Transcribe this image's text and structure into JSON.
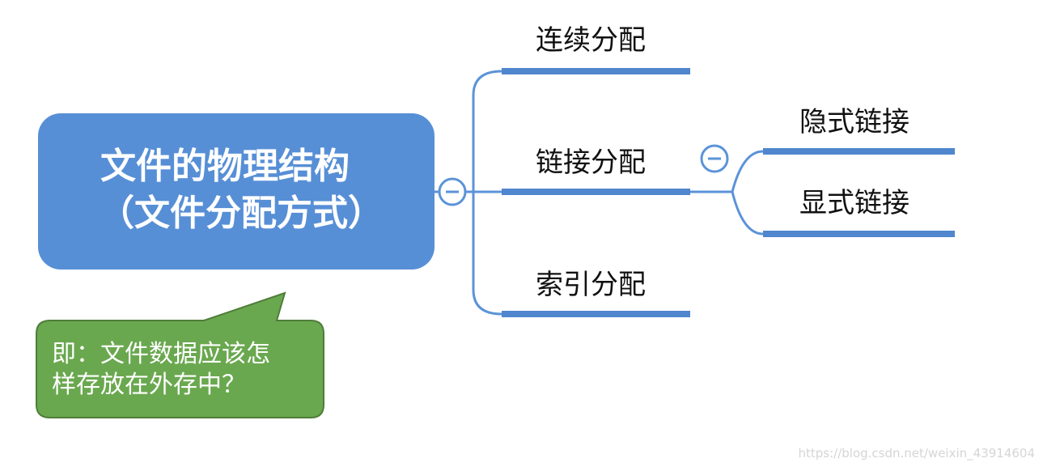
{
  "root": {
    "line1": "文件的物理结构",
    "line2": "（文件分配方式）"
  },
  "branches": [
    {
      "label": "连续分配"
    },
    {
      "label": "链接分配",
      "children": [
        {
          "label": "隐式链接"
        },
        {
          "label": "显式链接"
        }
      ]
    },
    {
      "label": "索引分配"
    }
  ],
  "callout": {
    "line1": "即：文件数据应该怎",
    "line2": "样存放在外存中？"
  },
  "watermark": "https://blog.csdn.net/weixin_43914604",
  "colors": {
    "root_fill": "#578fd6",
    "connector": "#5b93d8",
    "branch_underline": "#4f86cd",
    "callout_fill": "#6aa84f",
    "callout_border": "#4f7d39"
  },
  "icons": [
    "collapse-icon",
    "collapse-icon"
  ]
}
